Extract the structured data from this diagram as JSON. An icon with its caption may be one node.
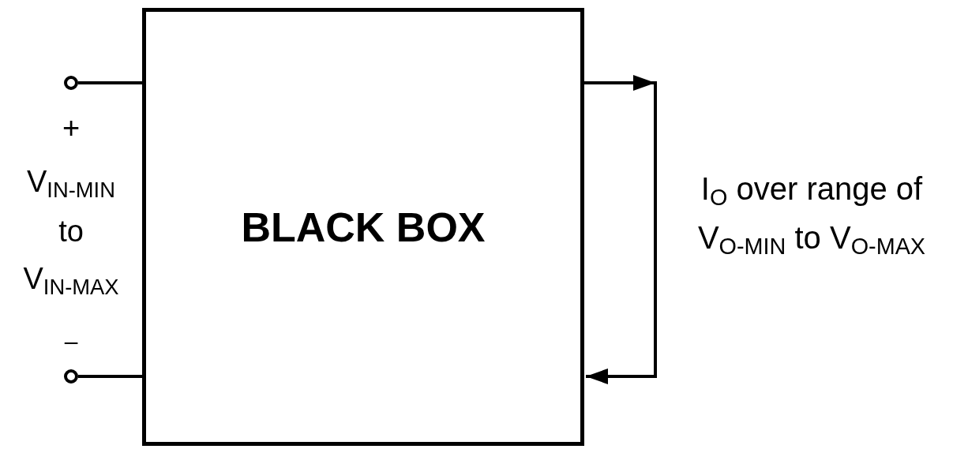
{
  "diagram": {
    "nodes": [
      {
        "text": [
          "BLACK BOX"
        ]
      },
      {
        "text": [],
        "shape": "circle"
      },
      {
        "text": [],
        "shape": "circle"
      }
    ],
    "edges": [
      {
        "from": 1,
        "to": 0,
        "arrow": "none"
      },
      {
        "from": 2,
        "to": 0,
        "arrow": "none"
      },
      {
        "from": 0,
        "to": 0,
        "arrow": "to"
      }
    ],
    "labels": [
      "+",
      "V$_{IN-MIN}$ to V$_{IN-MAX}$",
      "–",
      "I$_{O}$ over range of V$_{O-MIN}$ to V$_{O-MAX}$"
    ]
  }
}
